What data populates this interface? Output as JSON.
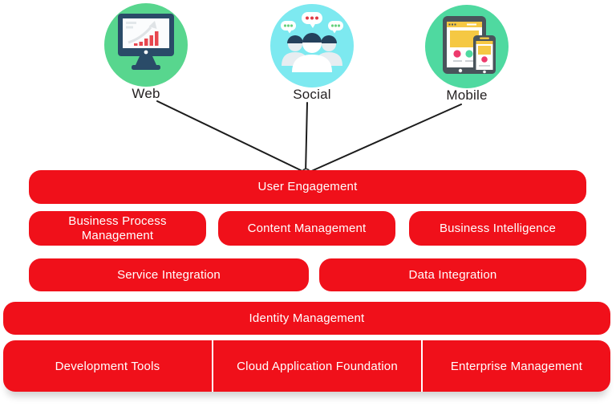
{
  "palette": {
    "bar_red": "#f0101a",
    "bar_text": "#ffffff",
    "connector_line": "#1c1c1c",
    "source_label_text": "#231f20",
    "web_circle": "#58d68e",
    "social_circle": "#7de9f0",
    "mobile_circle": "#4fd9a0",
    "chart_bar_red": "#e8474f",
    "device_navy": "#2a4b68",
    "device_slate": "#49545b",
    "screen_yellow": "#f5c843",
    "dot_pink": "#ed3a6c"
  },
  "sources": [
    {
      "label": "Web",
      "icon": "monitor-bar-chart-icon"
    },
    {
      "label": "Social",
      "icon": "people-speech-bubbles-icon"
    },
    {
      "label": "Mobile",
      "icon": "tablet-smartphone-icon"
    }
  ],
  "layers": [
    {
      "blocks": [
        "User Engagement"
      ]
    },
    {
      "blocks": [
        "Business Process Management",
        "Content Management",
        "Business Intelligence"
      ]
    },
    {
      "blocks": [
        "Service Integration",
        "Data Integration"
      ]
    },
    {
      "blocks": [
        "Identity Management"
      ]
    },
    {
      "blocks": [
        "Development Tools",
        "Cloud Application Foundation",
        "Enterprise Management"
      ]
    }
  ]
}
